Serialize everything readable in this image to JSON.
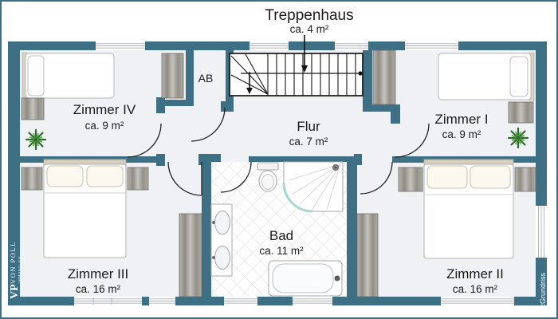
{
  "rooms": [
    {
      "name": "Treppenhaus",
      "area": "ca. 4 m²"
    },
    {
      "name": "Zimmer IV",
      "area": "ca. 9 m²"
    },
    {
      "name": "Zimmer I",
      "area": "ca. 9 m²"
    },
    {
      "name": "AB"
    },
    {
      "name": "Flur",
      "area": "ca. 7 m²"
    },
    {
      "name": "Zimmer III",
      "area": "ca. 16 m²"
    },
    {
      "name": "Bad",
      "area": "ca. 11 m²"
    },
    {
      "name": "Zimmer II",
      "area": "ca. 16 m²"
    }
  ],
  "branding": {
    "logo_monogram": "VP",
    "logo_name": "VON POLL",
    "logo_sub": "IMMOBILIEN",
    "credit": "McGrundriss"
  },
  "icons": {
    "plant": "starburst-plant",
    "stairs_direction": "down-arrow"
  },
  "colors": {
    "wall": "#3e7085",
    "floor": "#eff1f5",
    "furniture_wood": "#a7a49e",
    "bed_white": "#ffffff",
    "plant_green": "#2e6b28",
    "tile_line": "#dcdcdc",
    "shower_glass": "#a5d8cf"
  }
}
